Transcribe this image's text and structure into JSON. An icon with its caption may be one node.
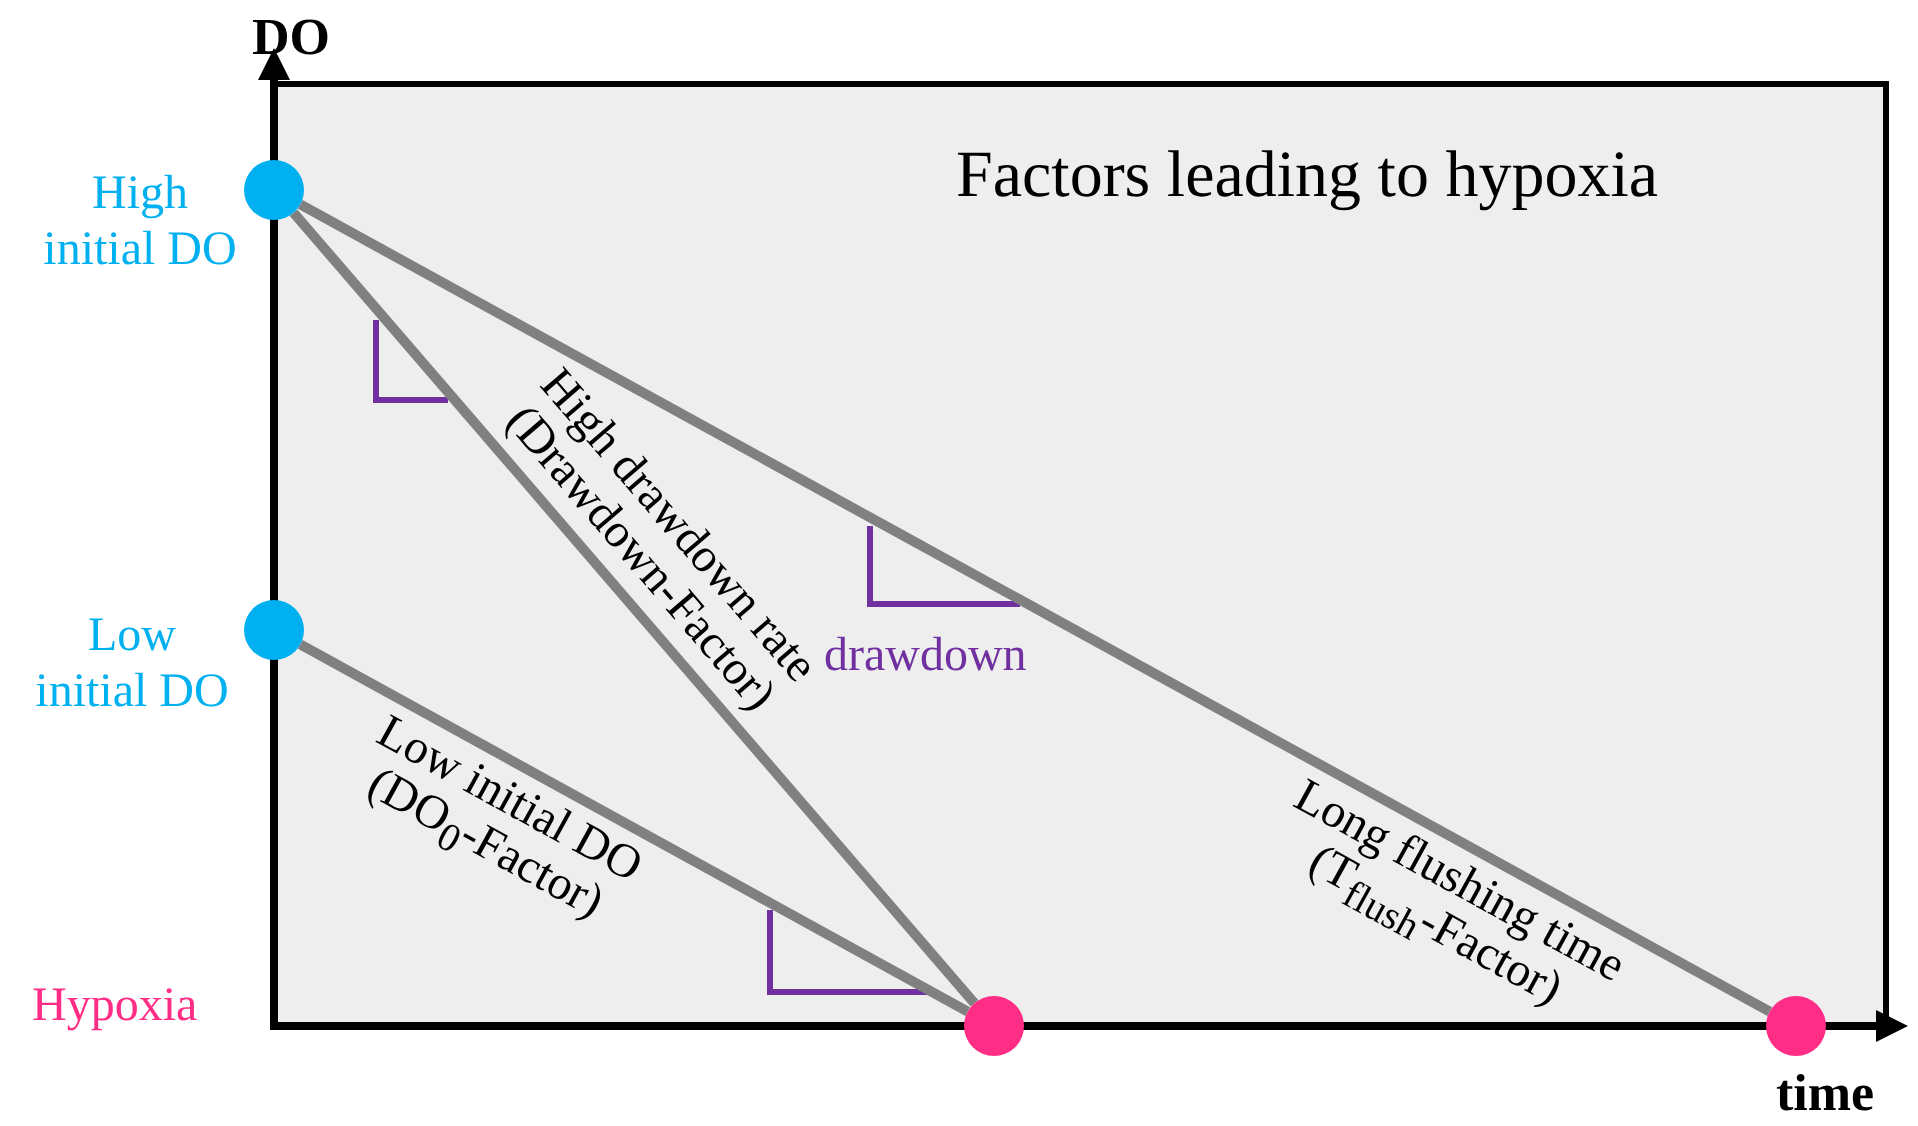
{
  "diagram": {
    "title": "Factors leading to hypoxia",
    "nodes": [
      {
        "text": [],
        "shape": "circle",
        "beside": [
          "High initial DO"
        ]
      },
      {
        "text": [],
        "shape": "circle",
        "beside": [
          "Low initial DO"
        ]
      },
      {
        "text": [],
        "shape": "circle"
      },
      {
        "text": [],
        "shape": "circle"
      }
    ],
    "edges": [
      {
        "from": 0,
        "to": 2,
        "arrow": "none",
        "label": "High drawdown rate (Drawdown-Factor)"
      },
      {
        "from": 0,
        "to": 3,
        "arrow": "none",
        "label": "Long flushing time (T$_{flush}$-Factor)"
      },
      {
        "from": 1,
        "to": 2,
        "arrow": "none",
        "label": "Low initial DO (DO$_{0}$-Factor)"
      }
    ],
    "labels": [
      "DO",
      "Hypoxia",
      "drawdown",
      "time"
    ]
  }
}
